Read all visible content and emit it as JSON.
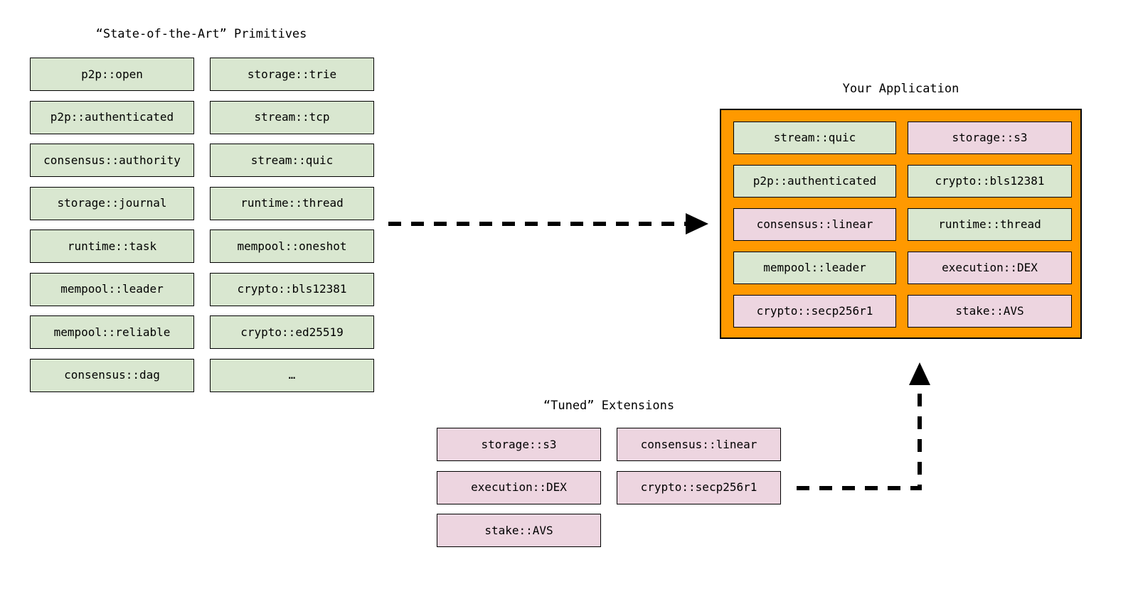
{
  "diagram": {
    "background_color": "#ffffff",
    "palette": {
      "primitive_green": "#d9e7d0",
      "extension_pink": "#edd5e0",
      "application_orange": "#ff9900",
      "stroke": "#000000"
    }
  },
  "primitives_section": {
    "title": "“State-of-the-Art” Primitives",
    "column_left": [
      {
        "label": "p2p::open",
        "kind": "green"
      },
      {
        "label": "p2p::authenticated",
        "kind": "green"
      },
      {
        "label": "consensus::authority",
        "kind": "green"
      },
      {
        "label": "storage::journal",
        "kind": "green"
      },
      {
        "label": "runtime::task",
        "kind": "green"
      },
      {
        "label": "mempool::leader",
        "kind": "green"
      },
      {
        "label": "mempool::reliable",
        "kind": "green"
      },
      {
        "label": "consensus::dag",
        "kind": "green"
      }
    ],
    "column_right": [
      {
        "label": "storage::trie",
        "kind": "green"
      },
      {
        "label": "stream::tcp",
        "kind": "green"
      },
      {
        "label": "stream::quic",
        "kind": "green"
      },
      {
        "label": "runtime::thread",
        "kind": "green"
      },
      {
        "label": "mempool::oneshot",
        "kind": "green"
      },
      {
        "label": "crypto::bls12381",
        "kind": "green"
      },
      {
        "label": "crypto::ed25519",
        "kind": "green"
      },
      {
        "label": "…",
        "kind": "green"
      }
    ]
  },
  "application_section": {
    "title": "Your Application",
    "column_left": [
      {
        "label": "stream::quic",
        "kind": "green"
      },
      {
        "label": "p2p::authenticated",
        "kind": "green"
      },
      {
        "label": "consensus::linear",
        "kind": "pink"
      },
      {
        "label": "mempool::leader",
        "kind": "green"
      },
      {
        "label": "crypto::secp256r1",
        "kind": "pink"
      }
    ],
    "column_right": [
      {
        "label": "storage::s3",
        "kind": "pink"
      },
      {
        "label": "crypto::bls12381",
        "kind": "green"
      },
      {
        "label": "runtime::thread",
        "kind": "green"
      },
      {
        "label": "execution::DEX",
        "kind": "pink"
      },
      {
        "label": "stake::AVS",
        "kind": "pink"
      }
    ]
  },
  "extensions_section": {
    "title": "“Tuned” Extensions",
    "column_left": [
      {
        "label": "storage::s3",
        "kind": "pink"
      },
      {
        "label": "execution::DEX",
        "kind": "pink"
      },
      {
        "label": "stake::AVS",
        "kind": "pink"
      }
    ],
    "column_right": [
      {
        "label": "consensus::linear",
        "kind": "pink"
      },
      {
        "label": "crypto::secp256r1",
        "kind": "pink"
      }
    ]
  },
  "connectors": [
    {
      "name": "primitives-to-application-arrow",
      "style": "dashed",
      "direction": "right"
    },
    {
      "name": "extensions-to-application-arrow",
      "style": "dashed",
      "direction": "up"
    }
  ]
}
